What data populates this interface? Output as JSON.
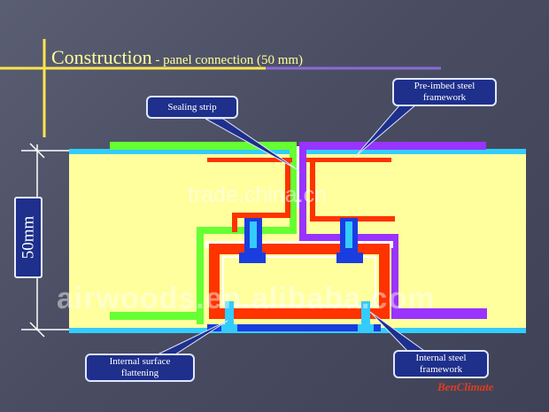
{
  "title": {
    "main": "Construction",
    "sub": " - panel connection  (50 mm)"
  },
  "labels": {
    "sealing_strip": "Sealing strip",
    "pre_imbed_line1": "Pre-imbed steel",
    "pre_imbed_line2": "framework",
    "internal_surface_line1": "Internal surface",
    "internal_surface_line2": "flattening",
    "internal_steel_line1": "Internal steel",
    "internal_steel_line2": "framework",
    "thickness": "50mm"
  },
  "watermarks": {
    "top": "trade.china.cn",
    "bottom": "airwoods.en.alibaba.com"
  },
  "logo": "BenClimate",
  "colors": {
    "background": "#4f5267",
    "panel_core": "#ffff9e",
    "green_bracket": "#66ff33",
    "purple_bracket": "#9933ff",
    "red_frame": "#ff3300",
    "cyan_skin": "#33ccff",
    "blue_bolt": "#1a3de0",
    "callout_fill": "#1e2f8c",
    "title_text": "#ffff99"
  }
}
